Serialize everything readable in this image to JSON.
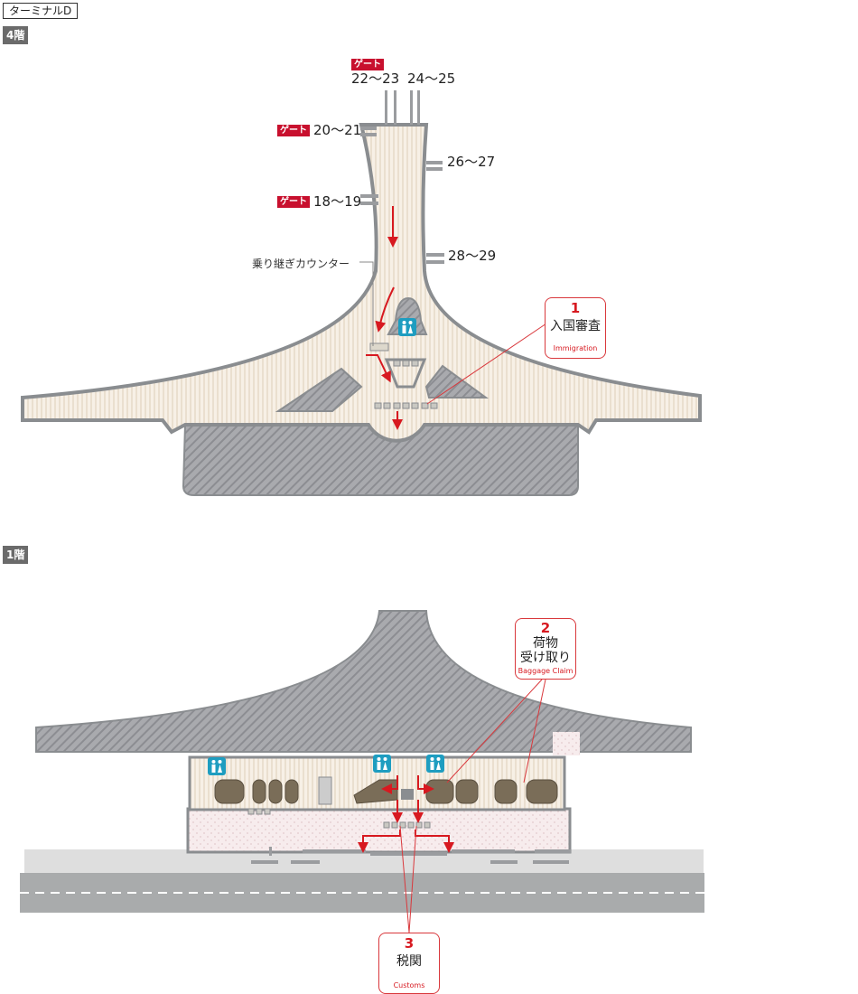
{
  "header": {
    "terminal": "ターミナルD"
  },
  "floor4": {
    "label": "4階",
    "gates": [
      {
        "tag": "ゲート",
        "numbers": "22〜23"
      },
      {
        "tag": "",
        "numbers": "24〜25"
      },
      {
        "tag": "ゲート",
        "numbers": "20〜21"
      },
      {
        "tag": "",
        "numbers": "26〜27"
      },
      {
        "tag": "ゲート",
        "numbers": "18〜19"
      },
      {
        "tag": "",
        "numbers": "28〜29"
      }
    ],
    "transfer_counter": "乗り継ぎカウンター",
    "callout": {
      "number": "1",
      "jp": "入国審査",
      "en": "Immigration"
    }
  },
  "floor1": {
    "label": "1階",
    "callouts": [
      {
        "number": "2",
        "jp_line1": "荷物",
        "jp_line2": "受け取り",
        "en": "Baggage Claim"
      },
      {
        "number": "3",
        "jp": "税関",
        "en": "Customs"
      }
    ]
  },
  "colors": {
    "accent_red": "#c8102e",
    "restroom_blue": "#1e9dc0",
    "floor_beige": "#f6eee3",
    "wall_gray": "#8a8d90"
  }
}
